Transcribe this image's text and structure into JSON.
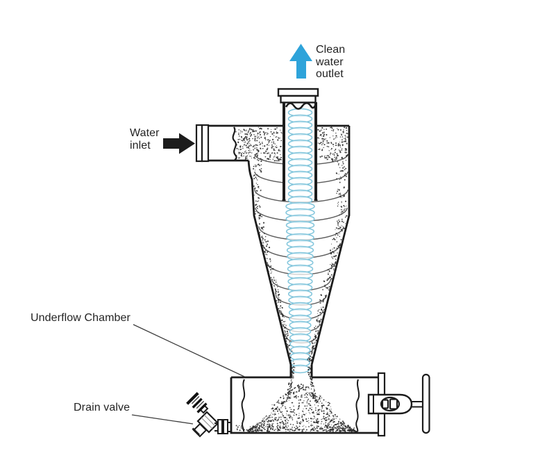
{
  "labels": {
    "clean_water_outlet": "Clean\nwater\noutlet",
    "water_inlet": "Water\ninlet",
    "underflow_chamber": "Underflow Chamber",
    "drain_valve": "Drain valve"
  },
  "colors": {
    "outline": "#1c1c1c",
    "swirl_gray": "#4a4a4a",
    "coil_blue": "#85c7dd",
    "arrow_blue": "#2ea3da",
    "stipple": "#2b2b2b",
    "leader": "#3c3c3c",
    "label_text": "#232323"
  }
}
